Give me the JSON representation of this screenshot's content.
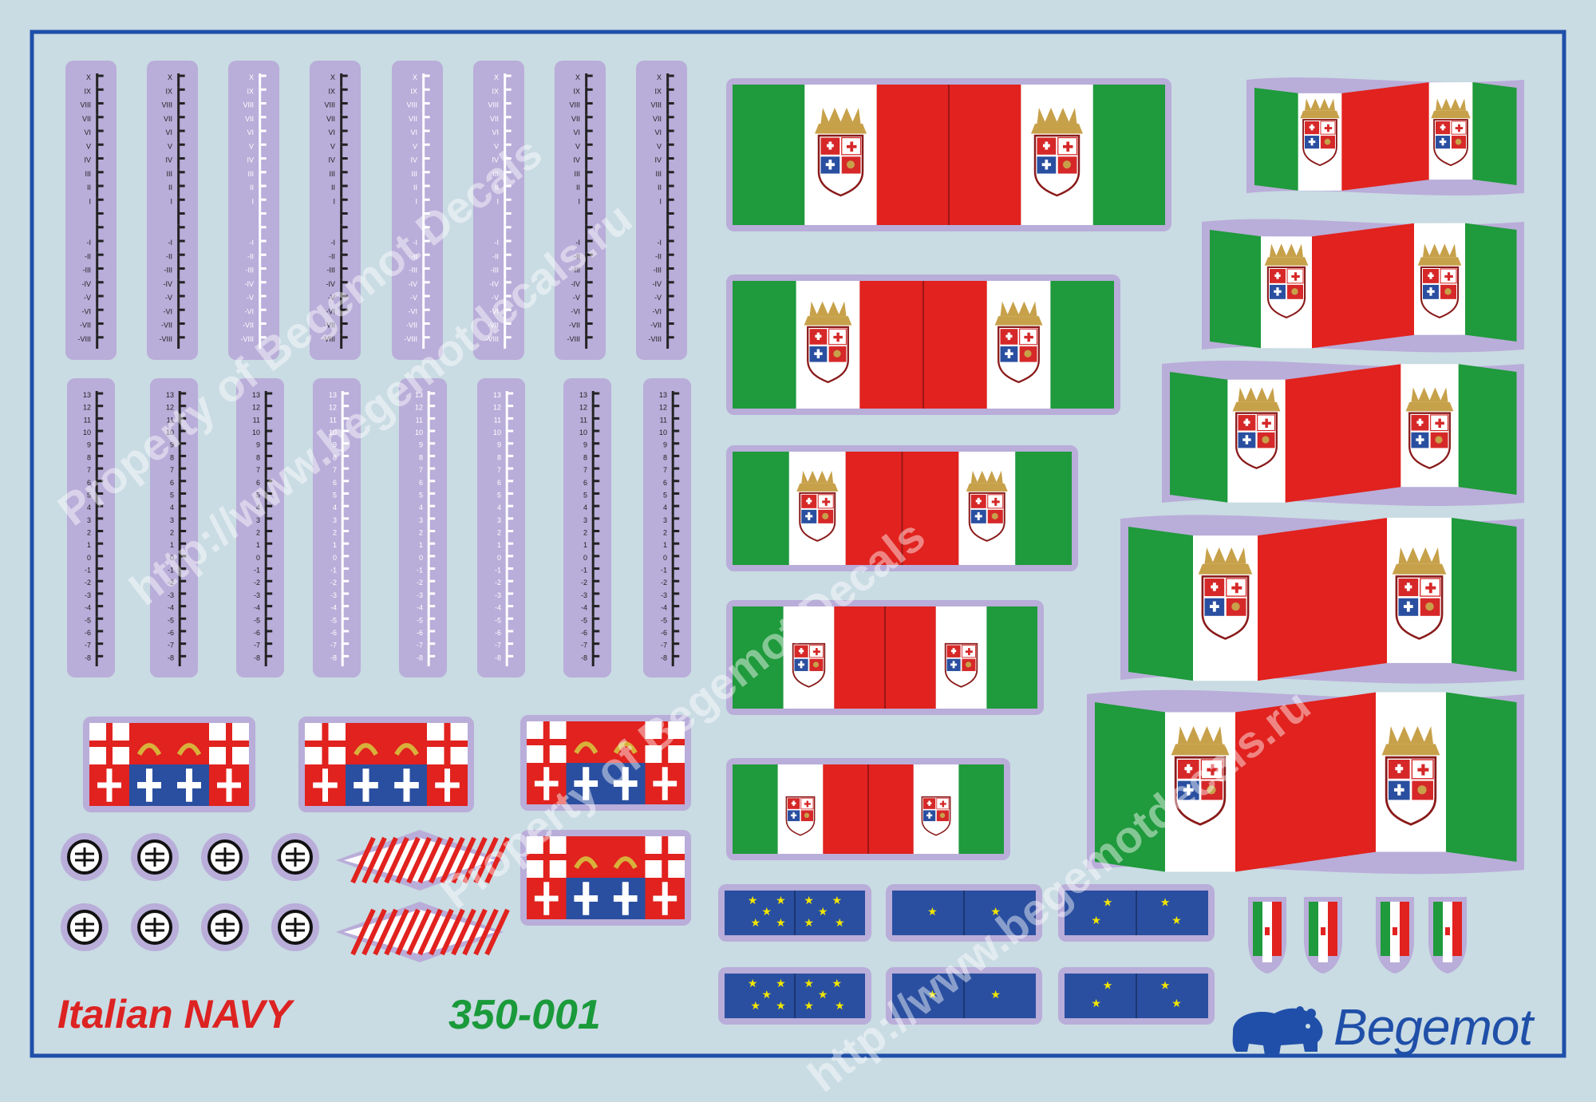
{
  "sheet": {
    "title": "Italian NAVY",
    "code": "350-001",
    "brand": "Begemot"
  },
  "watermark": {
    "line1": "Property of Begemot Decals",
    "line2": "http://www.begemotdecals.ru"
  },
  "colors": {
    "background": "#c9dbe3",
    "border": "#1f4fa8",
    "decal_film": "#b9add9",
    "green": "#1f9a3c",
    "white": "#ffffff",
    "red": "#e1221e",
    "blue": "#2a4fa0",
    "star": "#f2e600",
    "title_red": "#dd2222",
    "code_green": "#1a9a3a"
  },
  "draft_scales": {
    "roman_marks": [
      "X",
      "IX",
      "VIII",
      "VII",
      "VI",
      "V",
      "IV",
      "III",
      "II",
      "I",
      "",
      "",
      "-I",
      "-II",
      "-III",
      "-IV",
      "-V",
      "-VI",
      "-VII",
      "-VIII"
    ],
    "arabic_marks": [
      "13",
      "12",
      "11",
      "10",
      "9",
      "8",
      "7",
      "6",
      "5",
      "4",
      "3",
      "2",
      "1",
      "0",
      "-1",
      "-2",
      "-3",
      "-4",
      "-5",
      "-6",
      "-7",
      "-8"
    ]
  },
  "icons": {
    "coat_of_arms": "naval-crest-icon",
    "republic_arms": "republic-crest-icon",
    "star": "star-icon",
    "logo": "hippo-logo-icon"
  }
}
